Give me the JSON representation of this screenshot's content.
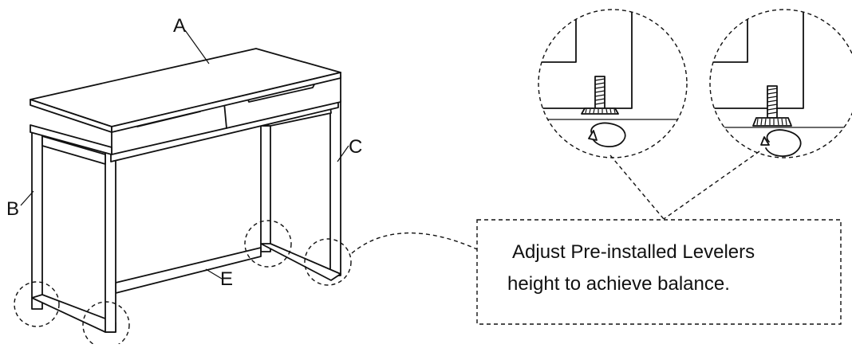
{
  "labels": {
    "a": "A",
    "b": "B",
    "c": "C",
    "e": "E"
  },
  "callout": {
    "line1": "Adjust Pre-installed Levelers",
    "line2": "height to achieve balance."
  },
  "colors": {
    "line": "#111111",
    "background": "#ffffff"
  }
}
